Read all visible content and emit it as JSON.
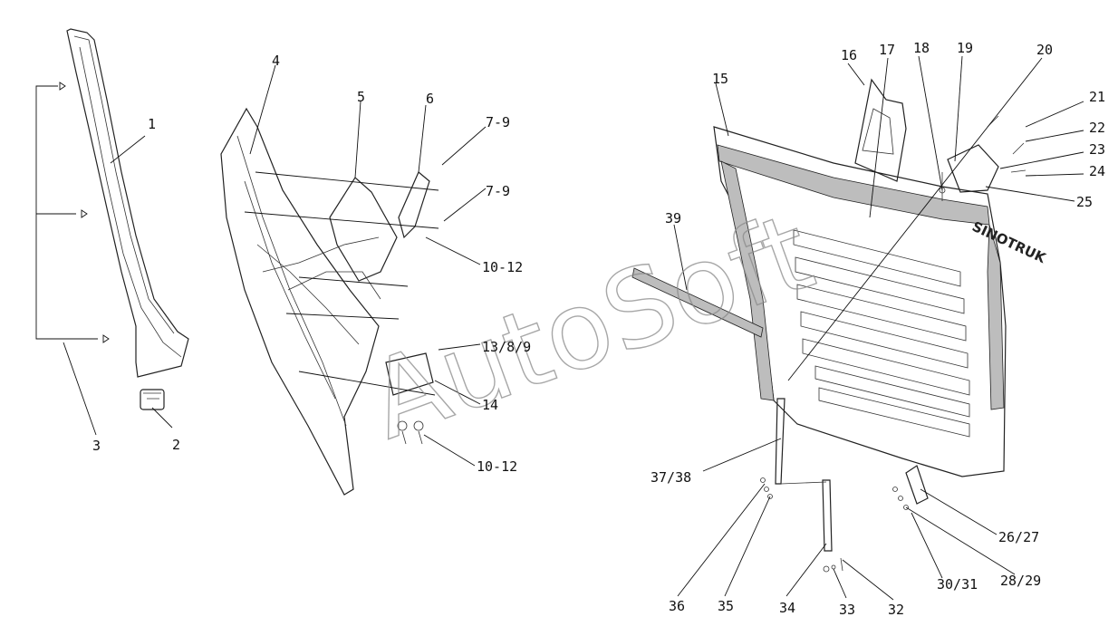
{
  "callouts": {
    "c1": "1",
    "c2": "2",
    "c3": "3",
    "c4": "4",
    "c5": "5",
    "c6": "6",
    "c7a": "7-9",
    "c7b": "7-9",
    "c10a": "10-12",
    "c13": "13/8/9",
    "c14": "14",
    "c10b": "10-12",
    "c15": "15",
    "c16": "16",
    "c17": "17",
    "c18": "18",
    "c19": "19",
    "c20": "20",
    "c21": "21",
    "c22": "22",
    "c23": "23",
    "c24": "24",
    "c25": "25",
    "c39": "39",
    "c3738": "37/38",
    "c2627": "26/27",
    "c3031": "30/31",
    "c2829": "28/29",
    "c36": "36",
    "c35": "35",
    "c34": "34",
    "c33": "33",
    "c32": "32"
  },
  "watermark": "AutoSoft",
  "brand_text": "SINOTRUK"
}
